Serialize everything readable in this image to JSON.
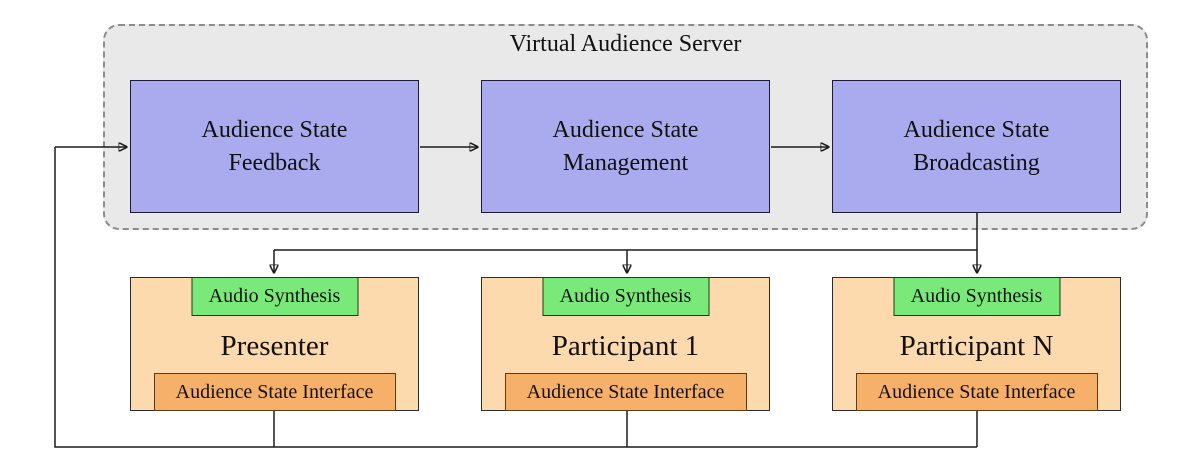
{
  "diagram": {
    "title": "Virtual Audience Server",
    "server": {
      "modules": [
        {
          "id": "audience-state-feedback",
          "label": "Audience State\nFeedback"
        },
        {
          "id": "audience-state-management",
          "label": "Audience State\nManagement"
        },
        {
          "id": "audience-state-broadcasting",
          "label": "Audience State\nBroadcasting"
        }
      ]
    },
    "clients": [
      {
        "id": "presenter",
        "title": "Presenter",
        "audio_module": "Audio Synthesis",
        "interface_module": "Audience State Interface"
      },
      {
        "id": "participant-1",
        "title": "Participant 1",
        "audio_module": "Audio Synthesis",
        "interface_module": "Audience State Interface"
      },
      {
        "id": "participant-n",
        "title": "Participant N",
        "audio_module": "Audio Synthesis",
        "interface_module": "Audience State Interface"
      }
    ],
    "edges": [
      {
        "from": "Audience State Feedback",
        "to": "Audience State Management"
      },
      {
        "from": "Audience State Management",
        "to": "Audience State Broadcasting"
      },
      {
        "from": "Audience State Broadcasting",
        "to": "Audio Synthesis (Presenter)"
      },
      {
        "from": "Audience State Broadcasting",
        "to": "Audio Synthesis (Participant 1)"
      },
      {
        "from": "Audience State Broadcasting",
        "to": "Audio Synthesis (Participant N)"
      },
      {
        "from": "Audience State Interface (Presenter, Participant 1, Participant N)",
        "to": "Audience State Feedback"
      }
    ],
    "colors": {
      "server_fill": "#e9e9e9",
      "server_border": "#8c8c8c",
      "module_fill": "#aaaaee",
      "module_border": "#1c1c3a",
      "client_fill": "#fdd9ae",
      "client_border": "#2b2b2b",
      "audio_fill": "#79ea79",
      "audio_border": "#143f14",
      "interface_fill": "#f6b06a",
      "interface_border": "#5d3a10",
      "line": "#1a1a1a",
      "text": "#111111"
    }
  }
}
